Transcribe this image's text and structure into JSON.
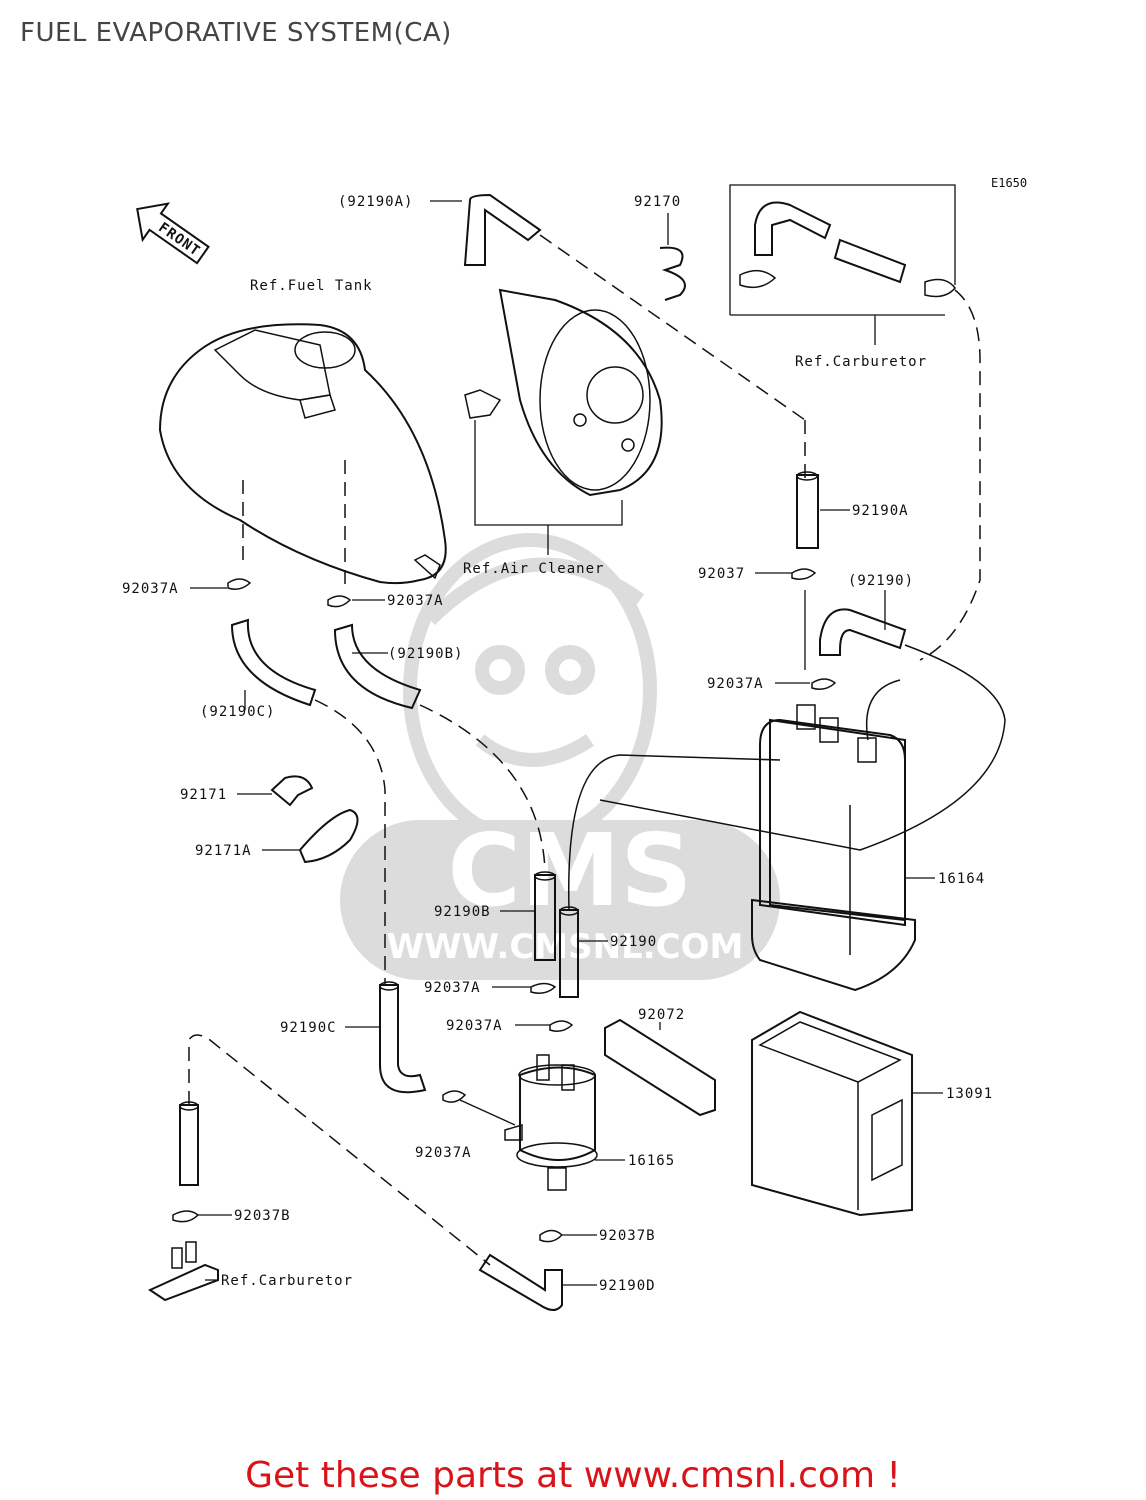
{
  "title": "FUEL EVAPORATIVE SYSTEM(CA)",
  "diagram_code": "E1650",
  "front_label": "FRONT",
  "labels": {
    "ref_fuel_tank": "Ref.Fuel Tank",
    "ref_air_cleaner": "Ref.Air Cleaner",
    "ref_carburetor_top": "Ref.Carburetor",
    "ref_carburetor_bottom": "Ref.Carburetor",
    "p92190A_paren": "(92190A)",
    "p92170": "92170",
    "p92190A": "92190A",
    "p92037_right": "92037",
    "p92190_paren": "(92190)",
    "p92037A_tank_left": "92037A",
    "p92037A_tank_right": "92037A",
    "p92190B_paren": "(92190B)",
    "p92190C_paren": "(92190C)",
    "p92037A_canister": "92037A",
    "p92171": "92171",
    "p92171A": "92171A",
    "p16164": "16164",
    "p92190B": "92190B",
    "p92190": "92190",
    "p92037A_mid": "92037A",
    "p92072": "92072",
    "p92037A_filter_top": "92037A",
    "p92190C": "92190C",
    "p13091": "13091",
    "p92037A_filter_side": "92037A",
    "p16165": "16165",
    "p92037B_left": "92037B",
    "p92037B_right": "92037B",
    "p92190D": "92190D"
  },
  "watermark": {
    "brand": "CMS",
    "url": "WWW.CMSNL.COM"
  },
  "promo_text": "Get these parts at www.cmsnl.com !",
  "colors": {
    "promo": "#d8131a",
    "line": "#111111",
    "watermark": "#dcdcdc"
  }
}
